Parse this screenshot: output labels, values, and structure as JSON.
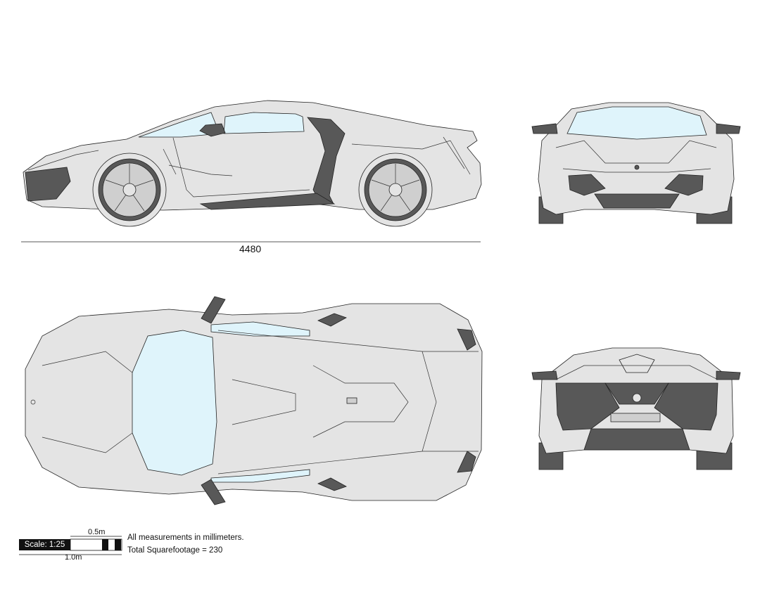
{
  "drawing": {
    "length_dimension": "4480",
    "views": [
      "side",
      "front",
      "top",
      "rear"
    ]
  },
  "scale": {
    "label": "Scale: 1:25",
    "half_meter": "0.5m",
    "one_meter": "1.0m"
  },
  "notes": {
    "measurements": "All measurements in millimeters.",
    "footage": "Total Squarefootage = 230"
  },
  "colors": {
    "body": "#e4e4e4",
    "glass": "#dff4fb",
    "dark": "#585858",
    "line": "#222222"
  }
}
